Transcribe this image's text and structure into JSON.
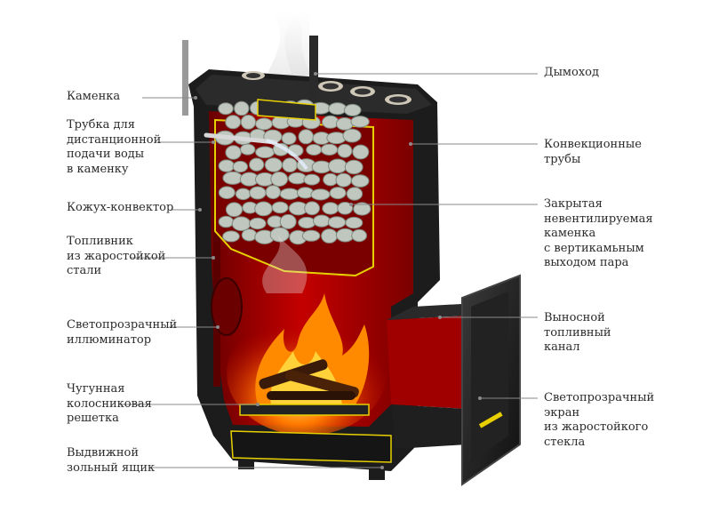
{
  "diagram": {
    "labels_left": [
      {
        "id": "kamenka",
        "text": "Каменка"
      },
      {
        "id": "water-tube",
        "text": "Трубка для\nдистанционной\nподачи воды\nв каменку"
      },
      {
        "id": "casing-convector",
        "text": "Кожух-конвектор"
      },
      {
        "id": "firebox",
        "text": "Топливник\nиз жаростойкой\nстали"
      },
      {
        "id": "illuminator",
        "text": "Светопрозрачный\nиллюминатор"
      },
      {
        "id": "grate",
        "text": "Чугунная\nколосниковая\nрешетка"
      },
      {
        "id": "ash-drawer",
        "text": "Выдвижной\nзольный ящик"
      }
    ],
    "labels_right": [
      {
        "id": "chimney",
        "text": "Дымоход"
      },
      {
        "id": "convection-pipes",
        "text": "Конвекционные\nтрубы"
      },
      {
        "id": "closed-heater",
        "text": "Закрытая\nневентилируемая\nкаменка\nс вертикамьным\nвыходом пара"
      },
      {
        "id": "fuel-channel",
        "text": "Выносной\nтопливный\nканал"
      },
      {
        "id": "glass-screen",
        "text": "Светопрозрачный\nэкран\nиз жаростойкого\nстекла"
      }
    ],
    "colors": {
      "firebox_red": "#b30000",
      "firebox_dark": "#5a0000",
      "outline_yellow": "#e8d000",
      "metal_dark": "#1c1c1c",
      "stone_gray": "#bfc7bf",
      "flame_orange": "#ff8a00",
      "leader_gray": "#8a8a8a"
    }
  }
}
